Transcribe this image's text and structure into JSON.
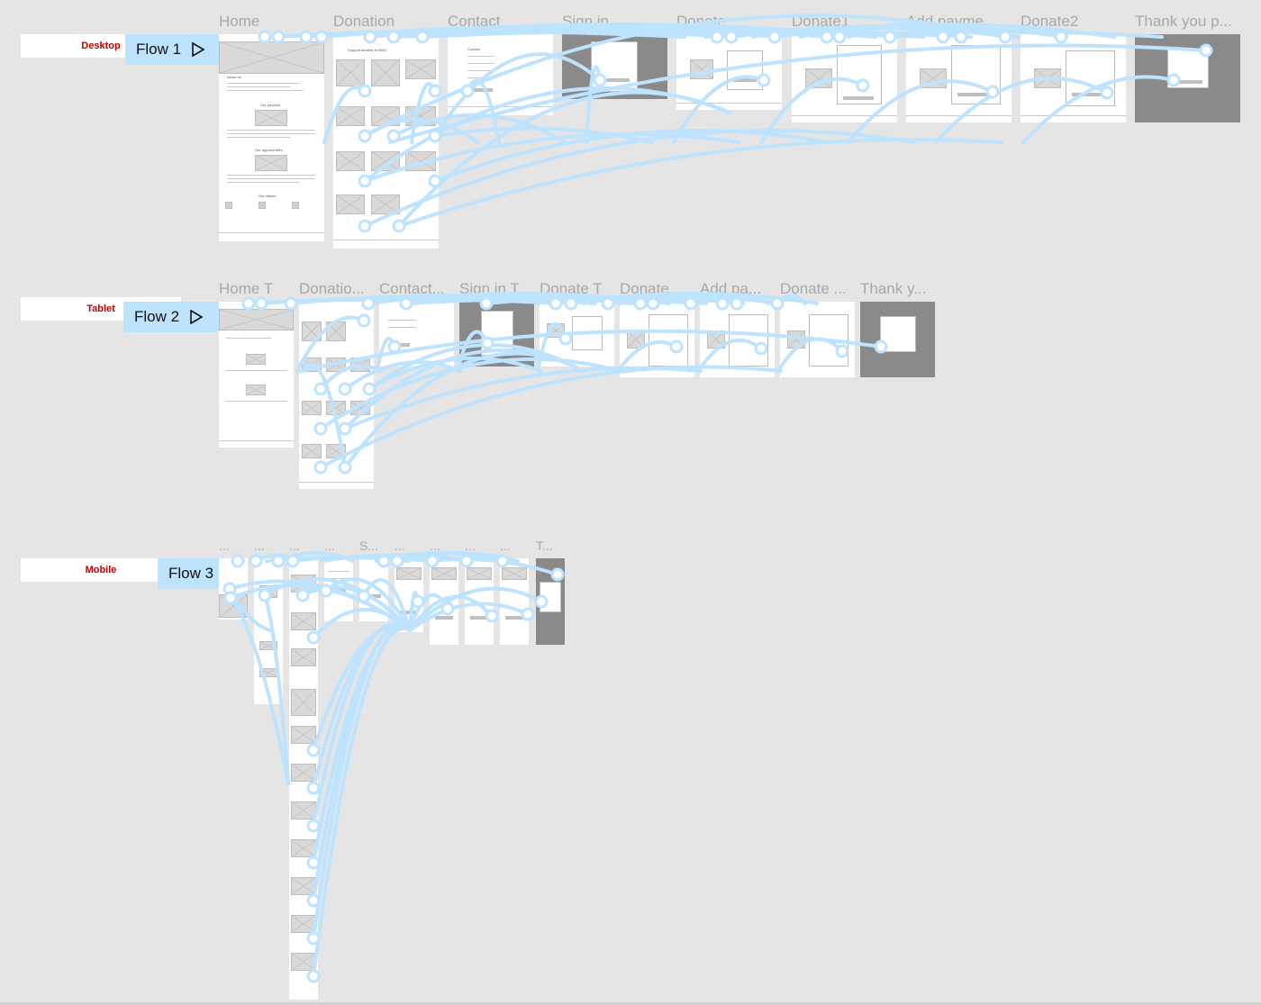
{
  "canvas": {
    "background": "#e5e5e5",
    "connector_color": "#bde3ff"
  },
  "sections": [
    {
      "label": "Desktop",
      "flow": "Flow 1"
    },
    {
      "label": "Tablet",
      "flow": "Flow 2"
    },
    {
      "label": "Mobile",
      "flow": "Flow 3"
    }
  ],
  "desktop_frames": [
    "Home",
    "Donation",
    "Contact",
    "Sign in",
    "Donate",
    "Donate1",
    "Add payme...",
    "Donate2",
    "Thank you p..."
  ],
  "tablet_frames": [
    "Home T",
    "Donatio...",
    "Contact...",
    "Sign in T",
    "Donate T",
    "Donate ...",
    "Add pa...",
    "Donate ...",
    "Thank y..."
  ],
  "mobile_frames": [
    "...",
    "...",
    "...",
    "...",
    "S...",
    "...",
    "...",
    "...",
    "...",
    "T..."
  ],
  "frame_text": {
    "about_us": "About us",
    "our_purpose": "Our purpose",
    "our_opportunities": "Our opportunities",
    "our_values": "Our values",
    "contact": "Contact",
    "support": "Support families in NWC"
  }
}
